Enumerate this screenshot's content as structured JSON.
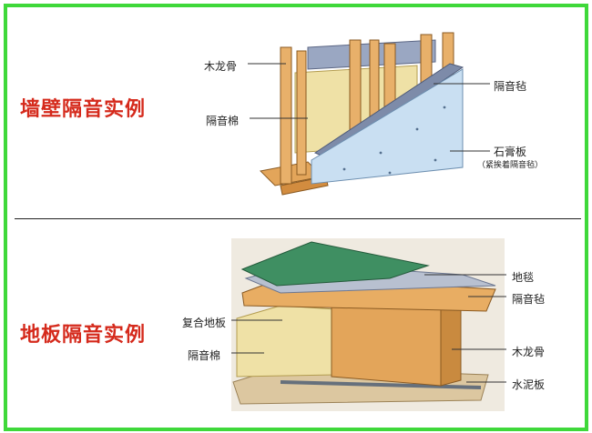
{
  "wall": {
    "title": "墙壁隔音实例",
    "labels": {
      "stud": "木龙骨",
      "insulation": "隔音棉",
      "felt": "隔音毡",
      "gypsum": "石膏板",
      "gypsum_note": "（紧挨着隔音毡）"
    }
  },
  "floor": {
    "title": "地板隔音实例",
    "labels": {
      "carpet": "地毯",
      "felt": "隔音毡",
      "composite": "复合地板",
      "joist": "木龙骨",
      "insulation": "隔音棉",
      "cement": "水泥板"
    }
  },
  "colors": {
    "border": "#3fd83a",
    "title": "#d52a1c",
    "wood": "#e3a55a",
    "insulation": "#efe1a6",
    "gypsum": "#c9dff2",
    "felt": "#9aa7c2",
    "carpet": "#3f8f62"
  }
}
